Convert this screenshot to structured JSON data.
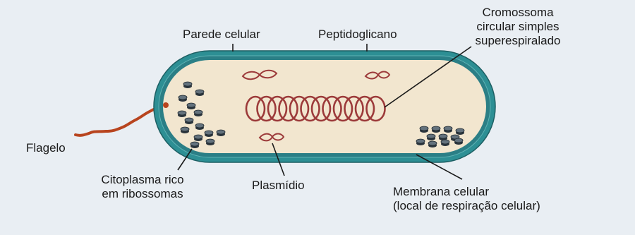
{
  "labels": {
    "parede": "Parede celular",
    "peptidoglicano": "Peptidoglicano",
    "cromossoma": [
      "Cromossoma",
      "circular simples",
      "superespiralado"
    ],
    "flagelo": "Flagelo",
    "citoplasma": [
      "Citoplasma rico",
      "em ribossomas"
    ],
    "plasmidio": "Plasmídio",
    "membrana": [
      "Membrana celular",
      "(local de respiração celular)"
    ]
  },
  "colors": {
    "page": "#e9eef3",
    "wall": "#2d8f94",
    "cytoplasm": "#f2e6cf",
    "chromosome": "#9c3a3a",
    "flagellum": "#b8441e",
    "ribosome": "#3a4650"
  }
}
